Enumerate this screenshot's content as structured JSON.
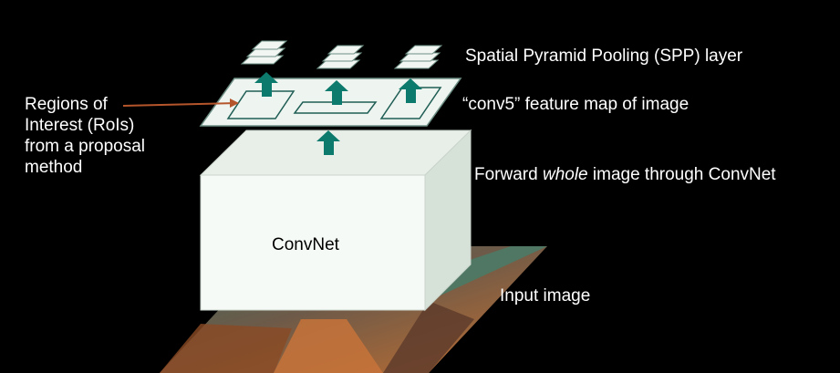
{
  "labels": {
    "spp_layer": "Spatial Pyramid Pooling (SPP) layer",
    "feature_map": "“conv5” feature map of image",
    "forward_prefix": "Forward ",
    "forward_emphasis": "whole",
    "forward_suffix": " image through ConvNet",
    "input_image": "Input image",
    "rois_line1": "Regions of",
    "rois_line2": "Interest (RoIs)",
    "rois_line3": "from a proposal",
    "rois_line4": "method",
    "convnet": "ConvNet"
  },
  "colors": {
    "background": "#000000",
    "arrow": "#0c7a6c",
    "roi_pointer": "#b5552b",
    "plate_fill": "#eef4ef",
    "box_front": "#f7fbf7",
    "box_side": "#dbe6dd"
  }
}
